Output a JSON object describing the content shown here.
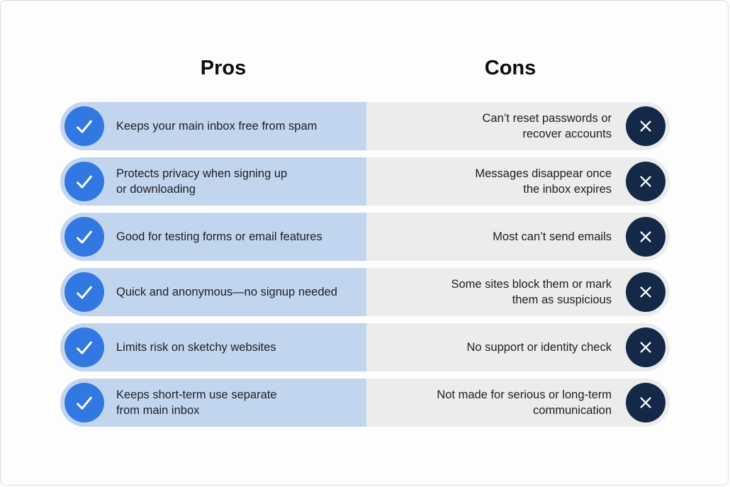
{
  "headers": {
    "pros": "Pros",
    "cons": "Cons"
  },
  "icons": {
    "pros_icon": "check-icon",
    "cons_icon": "x-icon"
  },
  "colors": {
    "page-bg": "#fdfdfd",
    "blue-pill": "#c2d5ef",
    "check-blue": "#3178e2",
    "gray-pill": "#ececec",
    "navy": "#142947"
  },
  "rows": [
    {
      "pro": "Keeps your main inbox free from spam",
      "con": "Can’t reset passwords or\nrecover accounts"
    },
    {
      "pro": "Protects privacy when signing up\nor downloading",
      "con": "Messages disappear once\nthe inbox expires"
    },
    {
      "pro": "Good for testing forms or email features",
      "con": "Most can’t send emails"
    },
    {
      "pro": "Quick and anonymous—no signup needed",
      "con": "Some sites block them or mark\nthem as suspicious"
    },
    {
      "pro": "Limits risk on sketchy websites",
      "con": "No support or identity check"
    },
    {
      "pro": "Keeps short-term use separate\nfrom main inbox",
      "con": "Not made for serious or long-term\ncommunication"
    }
  ]
}
